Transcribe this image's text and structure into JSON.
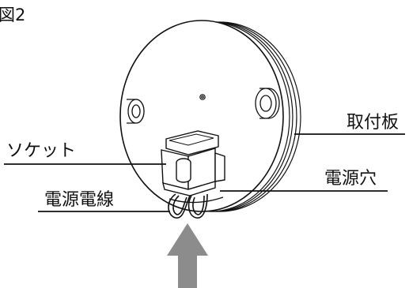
{
  "figure": {
    "title": "図2",
    "labels": {
      "socket": "ソケット",
      "mounting_plate": "取付板",
      "power_hole": "電源穴",
      "power_wire": "電源電線"
    },
    "colors": {
      "line": "#111111",
      "arrow": "#8c8c8c",
      "background": "#ffffff"
    }
  }
}
